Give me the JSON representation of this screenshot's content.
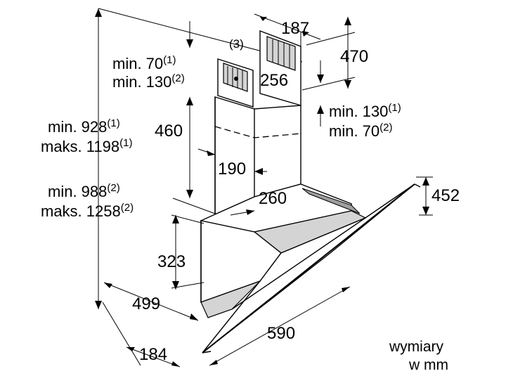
{
  "diagram": {
    "dim_187": "187",
    "dim_470": "470",
    "dim_256": "256",
    "bracket_3": "(3)",
    "min70_a": "min. 70",
    "min70_a_sup": "(1)",
    "min130_a": "min. 130",
    "min130_a_sup": "(2)",
    "min130_b": "min. 130",
    "min130_b_sup": "(1)",
    "min70_b": "min. 70",
    "min70_b_sup": "(2)",
    "min928": "min. 928",
    "min928_sup": "(1)",
    "maks1198": "maks. 1198",
    "maks1198_sup": "(1)",
    "dim_460": "460",
    "dim_190": "190",
    "min988": "min. 988",
    "min988_sup": "(2)",
    "maks1258": "maks. 1258",
    "maks1258_sup": "(2)",
    "dim_260": "260",
    "dim_452": "452",
    "dim_323": "323",
    "dim_499": "499",
    "dim_590": "590",
    "dim_184": "184",
    "caption_line1": "wymiary",
    "caption_line2": "w mm"
  }
}
